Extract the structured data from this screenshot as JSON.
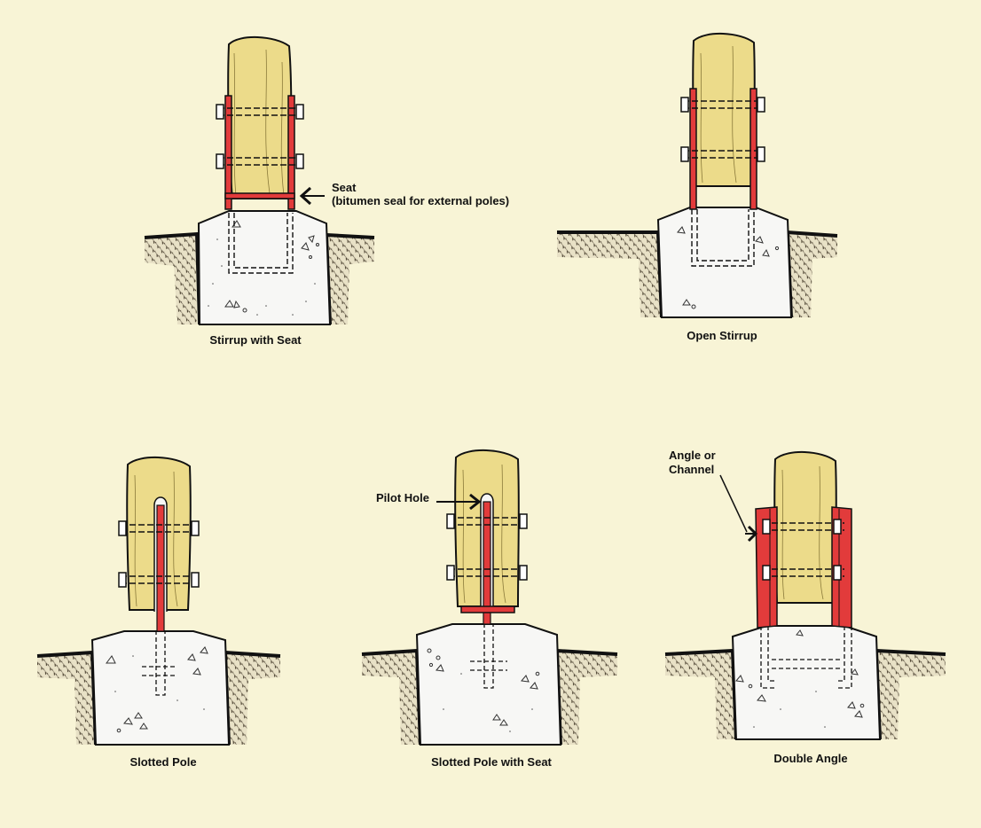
{
  "colors": {
    "background": "#f8f4d6",
    "timber": "#ecdb8a",
    "steel": "#e23b3b",
    "concrete": "#f6f6f4",
    "soil": "#e8e1c6",
    "ink": "#111111"
  },
  "diagrams": [
    {
      "id": "stirrup-with-seat",
      "caption": "Stirrup with Seat"
    },
    {
      "id": "open-stirrup",
      "caption": "Open Stirrup"
    },
    {
      "id": "slotted-pole",
      "caption": "Slotted Pole"
    },
    {
      "id": "slotted-pole-with-seat",
      "caption": "Slotted Pole with Seat"
    },
    {
      "id": "double-angle",
      "caption": "Double Angle"
    }
  ],
  "annotations": {
    "seat_line1": "Seat",
    "seat_line2": "(bitumen seal for external poles)",
    "pilot_hole": "Pilot Hole",
    "angle_line1": "Angle or",
    "angle_line2": "Channel"
  }
}
